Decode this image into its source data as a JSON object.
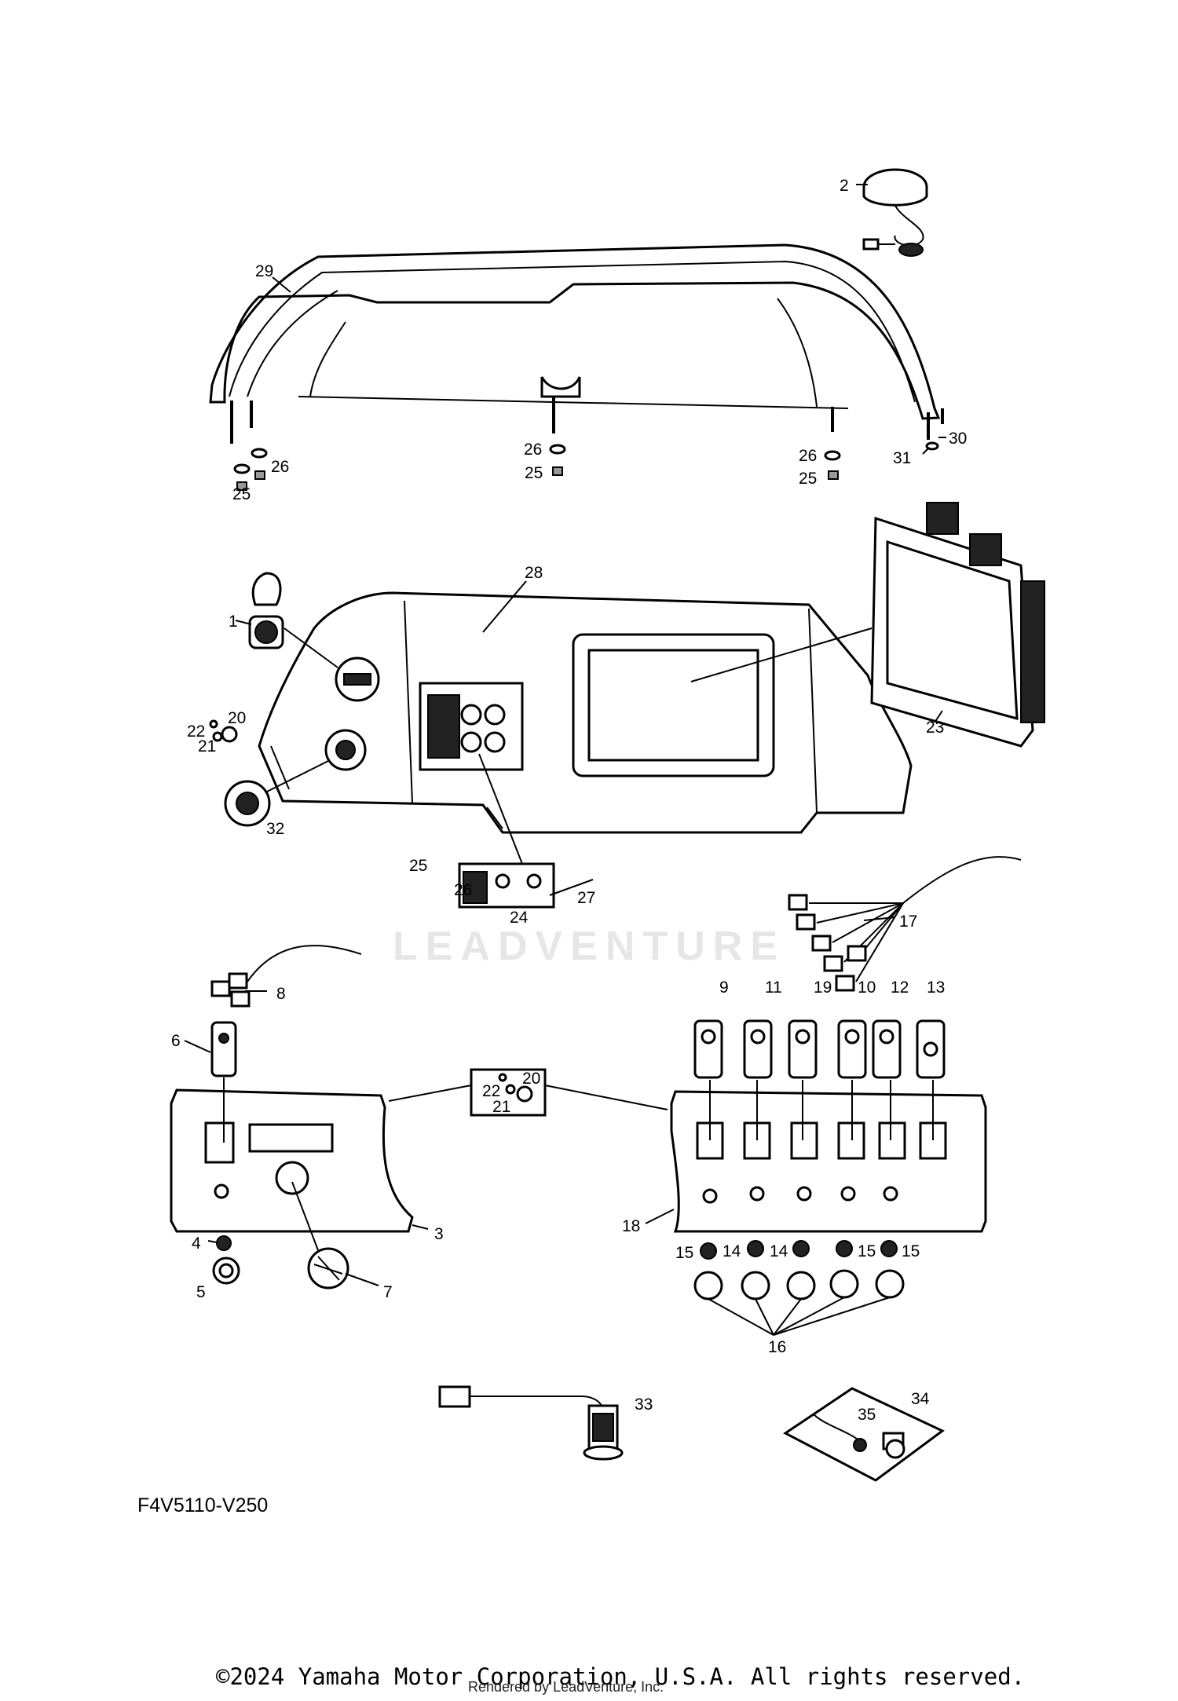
{
  "diagram": {
    "code": "F4V5110-V250",
    "watermark": "LEADVENTURE",
    "copyright": "©2024 Yamaha Motor Corporation, U.S.A. All rights reserved.",
    "rendered_by": "Rendered by LeadVenture, Inc.",
    "callouts": [
      "1",
      "2",
      "3",
      "4",
      "5",
      "6",
      "7",
      "8",
      "9",
      "10",
      "11",
      "12",
      "13",
      "14",
      "15",
      "16",
      "17",
      "18",
      "19",
      "20",
      "21",
      "22",
      "23",
      "24",
      "25",
      "26",
      "27",
      "28",
      "29",
      "30",
      "31",
      "32",
      "33",
      "34",
      "35"
    ],
    "icons": [
      "dash-cover-icon",
      "speaker-icon",
      "usb-socket-icon",
      "12v-socket-icon",
      "display-screen-icon",
      "switch-bracket-icon",
      "wire-harness-icon",
      "rocker-switch-icon",
      "switch-panel-icon",
      "knob-icon",
      "nut-icon",
      "washer-icon",
      "connector-icon",
      "key-switch-icon"
    ]
  }
}
